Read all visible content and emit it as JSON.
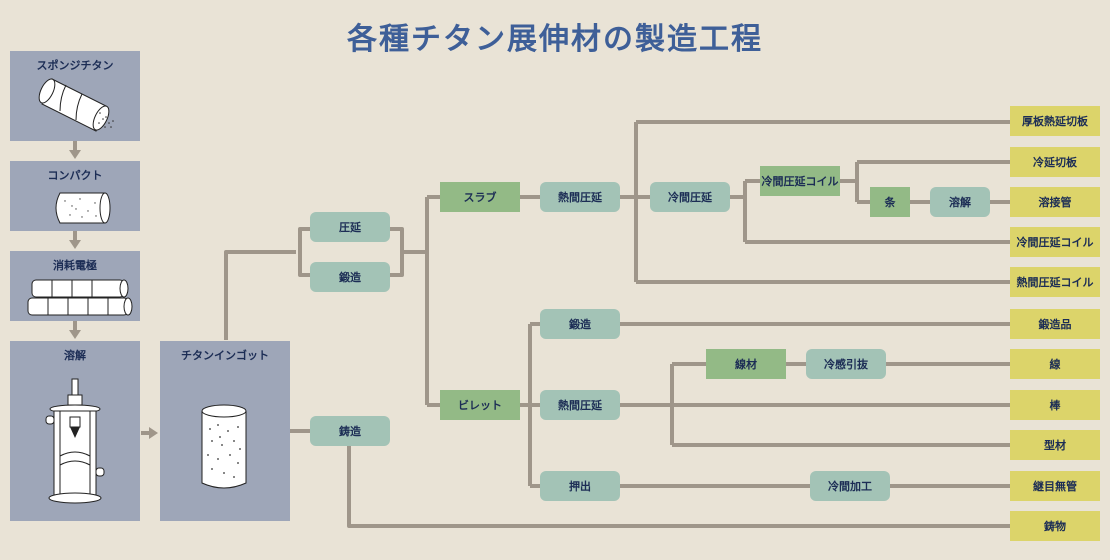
{
  "title": "各種チタン展伸材の製造工程",
  "colors": {
    "background": "#e9e3d6",
    "title": "#3e5f98",
    "panel": "#9ea6b8",
    "process": "#a3c3b6",
    "intermediate": "#93ba86",
    "product": "#dcd46a",
    "connector": "#9f968a",
    "text": "#1c2d55"
  },
  "stages": {
    "sponge": "スポンジチタン",
    "compact": "コンパクト",
    "electrode": "消耗電極",
    "melting": "溶解",
    "ingot": "チタンインゴット"
  },
  "processes": {
    "rolling": "圧延",
    "forging1": "鍛造",
    "casting": "鋳造",
    "slab": "スラブ",
    "billet": "ビレット",
    "hot_rolling_slab": "熱間圧延",
    "cold_rolling": "冷間圧延",
    "cold_rolled_coil": "冷間圧延コイル",
    "strip": "条",
    "welding": "溶解",
    "forging2": "鍛造",
    "hot_rolling_billet": "熱間圧延",
    "wire_rod": "線材",
    "cold_drawing": "冷感引抜",
    "extrusion": "押出",
    "cold_working": "冷間加工"
  },
  "products": [
    "厚板熱延切板",
    "冷延切板",
    "溶接管",
    "冷間圧延コイル",
    "熱間圧延コイル",
    "鍛造品",
    "線",
    "棒",
    "型材",
    "継目無管",
    "鋳物"
  ]
}
